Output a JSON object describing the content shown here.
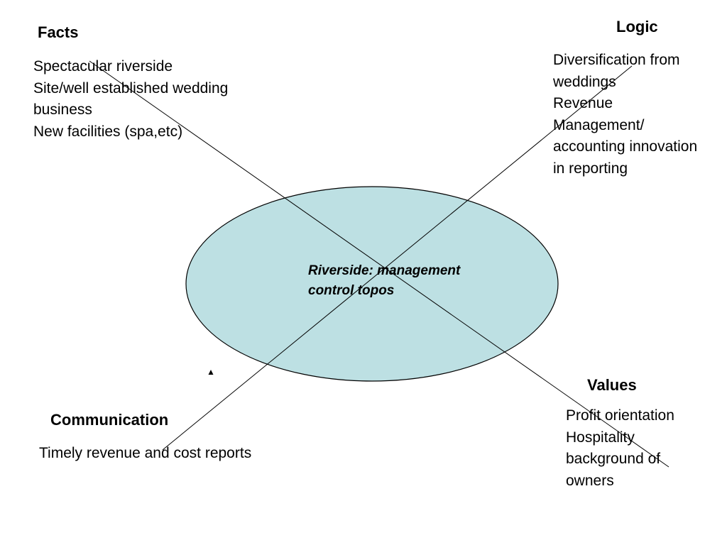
{
  "colors": {
    "ellipse_fill": "#bde0e3",
    "stroke": "#000000"
  },
  "center": {
    "lines": [
      "Riverside: management",
      "control topos"
    ]
  },
  "facts": {
    "heading": "Facts",
    "lines": [
      "Spectacular riverside",
      "Site/well established wedding",
      "business",
      "New facilities (spa,etc)"
    ]
  },
  "logic": {
    "heading": "Logic",
    "lines": [
      "Diversification from",
      "weddings",
      "Revenue",
      "Management/",
      "accounting innovation",
      "in reporting"
    ]
  },
  "values": {
    "heading": "Values",
    "lines": [
      "Profit orientation",
      "Hospitality",
      "background of",
      "owners"
    ]
  },
  "communication": {
    "heading": "Communication",
    "lines": [
      "Timely revenue and cost reports"
    ]
  }
}
